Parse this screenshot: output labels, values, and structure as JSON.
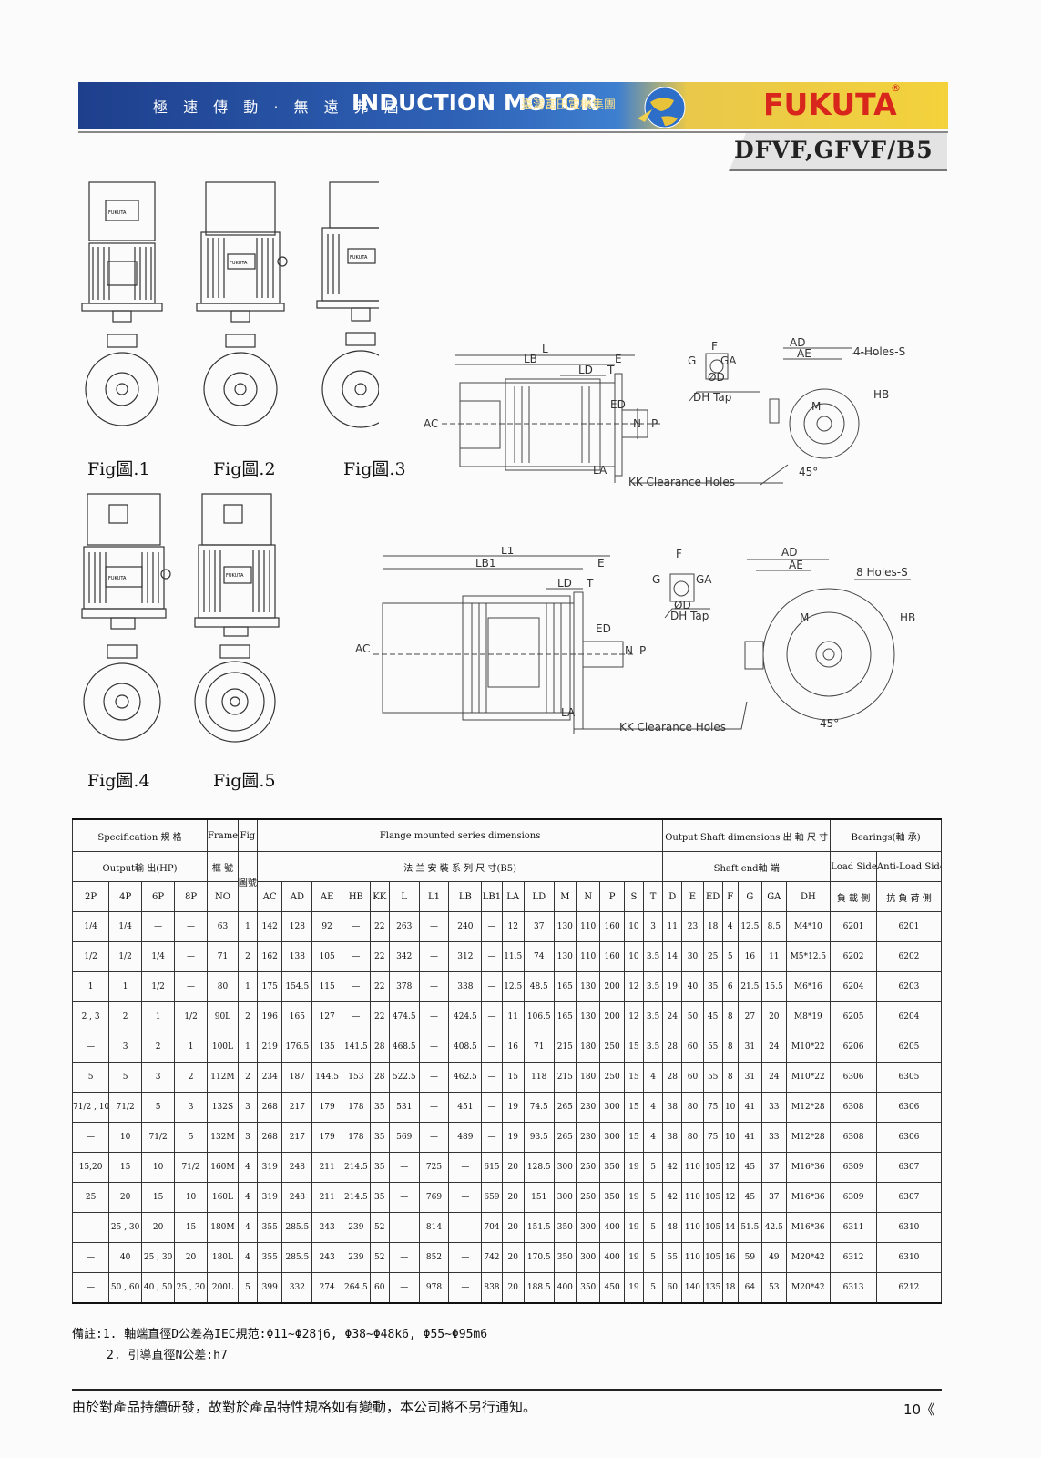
{
  "header": {
    "slogan": "極 速 傳 動 · 無 遠 弗 屆",
    "title": "INDUCTION MOTOR",
    "group": "臺灣富田電機集團",
    "brand": "FUKUTA",
    "brand_mark": "®",
    "model": "DFVF,GFVF/B5"
  },
  "figures": {
    "fig1": "Fig圖.1",
    "fig2": "Fig圖.2",
    "fig3": "Fig圖.3",
    "fig4": "Fig圖.4",
    "fig5": "Fig圖.5",
    "motor_nameplate": "FUKUTA"
  },
  "diagram_upper": {
    "L": "L",
    "LB": "LB",
    "E": "E",
    "LD": "LD",
    "T": "T",
    "ED": "ED",
    "AC": "AC",
    "N": "N",
    "P": "P",
    "LA": "LA",
    "KK": "KK  Clearance  Holes",
    "F": "F",
    "G": "G",
    "GA": "GA",
    "D": "ØD",
    "DH": "DH  Tap",
    "AD": "AD",
    "AE": "AE",
    "HB": "HB",
    "M": "M",
    "holes": "4-Holes-S",
    "angle": "45°"
  },
  "diagram_lower": {
    "L1": "L1",
    "LB1": "LB1",
    "E": "E",
    "LD": "LD",
    "T": "T",
    "ED": "ED",
    "AC": "AC",
    "N": "N",
    "P": "P",
    "LA": "LA",
    "KK": "KK  Clearance  Holes",
    "F": "F",
    "G": "G",
    "GA": "GA",
    "D": "ØD",
    "DH": "DH  Tap",
    "AD": "AD",
    "AE": "AE",
    "HB": "HB",
    "M": "M",
    "holes": "8  Holes-S",
    "angle": "45°"
  },
  "table": {
    "spec_title": "Specification  規  格",
    "frame_title": "Frame",
    "fig_title": "Fig",
    "flange_title": "Flange mounted series dimensions",
    "shaft_title": "Output Shaft dimensions 出 軸 尺 寸",
    "bearing_title": "Bearings(軸  承)",
    "output_title": "Output輸 出(HP)",
    "frame_sub": "框  號",
    "fig_sub": "圖號",
    "flange_sub": "法 兰 安 裝 系 列 尺 寸(B5)",
    "shaft_sub": "Shaft end軸  端",
    "load_side": "Load Side",
    "anti_load_side": "Anti-Load Side",
    "col_heads": [
      "2P",
      "4P",
      "6P",
      "8P",
      "NO",
      "AC",
      "AD",
      "AE",
      "HB",
      "KK",
      "L",
      "L1",
      "LB",
      "LB1",
      "LA",
      "LD",
      "M",
      "N",
      "P",
      "S",
      "T",
      "D",
      "E",
      "ED",
      "F",
      "G",
      "GA",
      "DH",
      "負 載 側",
      "抗 負 荷 側"
    ],
    "rows": [
      [
        "1/4",
        "1/4",
        "—",
        "—",
        "63",
        "1",
        "142",
        "128",
        "92",
        "—",
        "22",
        "263",
        "—",
        "240",
        "—",
        "12",
        "37",
        "130",
        "110",
        "160",
        "10",
        "3",
        "11",
        "23",
        "18",
        "4",
        "12.5",
        "8.5",
        "M4*10",
        "6201",
        "6201"
      ],
      [
        "1/2",
        "1/2",
        "1/4",
        "—",
        "71",
        "2",
        "162",
        "138",
        "105",
        "—",
        "22",
        "342",
        "—",
        "312",
        "—",
        "11.5",
        "74",
        "130",
        "110",
        "160",
        "10",
        "3.5",
        "14",
        "30",
        "25",
        "5",
        "16",
        "11",
        "M5*12.5",
        "6202",
        "6202"
      ],
      [
        "1",
        "1",
        "1/2",
        "—",
        "80",
        "1",
        "175",
        "154.5",
        "115",
        "—",
        "22",
        "378",
        "—",
        "338",
        "—",
        "12.5",
        "48.5",
        "165",
        "130",
        "200",
        "12",
        "3.5",
        "19",
        "40",
        "35",
        "6",
        "21.5",
        "15.5",
        "M6*16",
        "6204",
        "6203"
      ],
      [
        "2 , 3",
        "2",
        "1",
        "1/2",
        "90L",
        "2",
        "196",
        "165",
        "127",
        "—",
        "22",
        "474.5",
        "—",
        "424.5",
        "—",
        "11",
        "106.5",
        "165",
        "130",
        "200",
        "12",
        "3.5",
        "24",
        "50",
        "45",
        "8",
        "27",
        "20",
        "M8*19",
        "6205",
        "6204"
      ],
      [
        "—",
        "3",
        "2",
        "1",
        "100L",
        "1",
        "219",
        "176.5",
        "135",
        "141.5",
        "28",
        "468.5",
        "—",
        "408.5",
        "—",
        "16",
        "71",
        "215",
        "180",
        "250",
        "15",
        "3.5",
        "28",
        "60",
        "55",
        "8",
        "31",
        "24",
        "M10*22",
        "6206",
        "6205"
      ],
      [
        "5",
        "5",
        "3",
        "2",
        "112M",
        "2",
        "234",
        "187",
        "144.5",
        "153",
        "28",
        "522.5",
        "—",
        "462.5",
        "—",
        "15",
        "118",
        "215",
        "180",
        "250",
        "15",
        "4",
        "28",
        "60",
        "55",
        "8",
        "31",
        "24",
        "M10*22",
        "6306",
        "6305"
      ],
      [
        "71/2 , 10",
        "71/2",
        "5",
        "3",
        "132S",
        "3",
        "268",
        "217",
        "179",
        "178",
        "35",
        "531",
        "—",
        "451",
        "—",
        "19",
        "74.5",
        "265",
        "230",
        "300",
        "15",
        "4",
        "38",
        "80",
        "75",
        "10",
        "41",
        "33",
        "M12*28",
        "6308",
        "6306"
      ],
      [
        "—",
        "10",
        "71/2",
        "5",
        "132M",
        "3",
        "268",
        "217",
        "179",
        "178",
        "35",
        "569",
        "—",
        "489",
        "—",
        "19",
        "93.5",
        "265",
        "230",
        "300",
        "15",
        "4",
        "38",
        "80",
        "75",
        "10",
        "41",
        "33",
        "M12*28",
        "6308",
        "6306"
      ],
      [
        "15,20",
        "15",
        "10",
        "71/2",
        "160M",
        "4",
        "319",
        "248",
        "211",
        "214.5",
        "35",
        "—",
        "725",
        "—",
        "615",
        "20",
        "128.5",
        "300",
        "250",
        "350",
        "19",
        "5",
        "42",
        "110",
        "105",
        "12",
        "45",
        "37",
        "M16*36",
        "6309",
        "6307"
      ],
      [
        "25",
        "20",
        "15",
        "10",
        "160L",
        "4",
        "319",
        "248",
        "211",
        "214.5",
        "35",
        "—",
        "769",
        "—",
        "659",
        "20",
        "151",
        "300",
        "250",
        "350",
        "19",
        "5",
        "42",
        "110",
        "105",
        "12",
        "45",
        "37",
        "M16*36",
        "6309",
        "6307"
      ],
      [
        "—",
        "25 , 30",
        "20",
        "15",
        "180M",
        "4",
        "355",
        "285.5",
        "243",
        "239",
        "52",
        "—",
        "814",
        "—",
        "704",
        "20",
        "151.5",
        "350",
        "300",
        "400",
        "19",
        "5",
        "48",
        "110",
        "105",
        "14",
        "51.5",
        "42.5",
        "M16*36",
        "6311",
        "6310"
      ],
      [
        "—",
        "40",
        "25 , 30",
        "20",
        "180L",
        "4",
        "355",
        "285.5",
        "243",
        "239",
        "52",
        "—",
        "852",
        "—",
        "742",
        "20",
        "170.5",
        "350",
        "300",
        "400",
        "19",
        "5",
        "55",
        "110",
        "105",
        "16",
        "59",
        "49",
        "M20*42",
        "6312",
        "6310"
      ],
      [
        "—",
        "50 , 60",
        "40 , 50",
        "25 , 30",
        "200L",
        "5",
        "399",
        "332",
        "274",
        "264.5",
        "60",
        "—",
        "978",
        "—",
        "838",
        "20",
        "188.5",
        "400",
        "350",
        "450",
        "19",
        "5",
        "60",
        "140",
        "135",
        "18",
        "64",
        "53",
        "M20*42",
        "6313",
        "6212"
      ]
    ]
  },
  "notes": {
    "line1": "備註:1. 軸端直徑D公差為IEC規范:Φ11~Φ28j6, Φ38~Φ48k6, Φ55~Φ95m6",
    "line2": "2. 引導直徑N公差:h7"
  },
  "footer": {
    "text": "由於對產品持續研發，故對於產品特性規格如有變動，本公司將不另行通知。",
    "page": "10《"
  },
  "colors": {
    "banner_blue": "#1e3f8c",
    "banner_gold": "#f3d23c",
    "brand_red": "#d8261c"
  }
}
